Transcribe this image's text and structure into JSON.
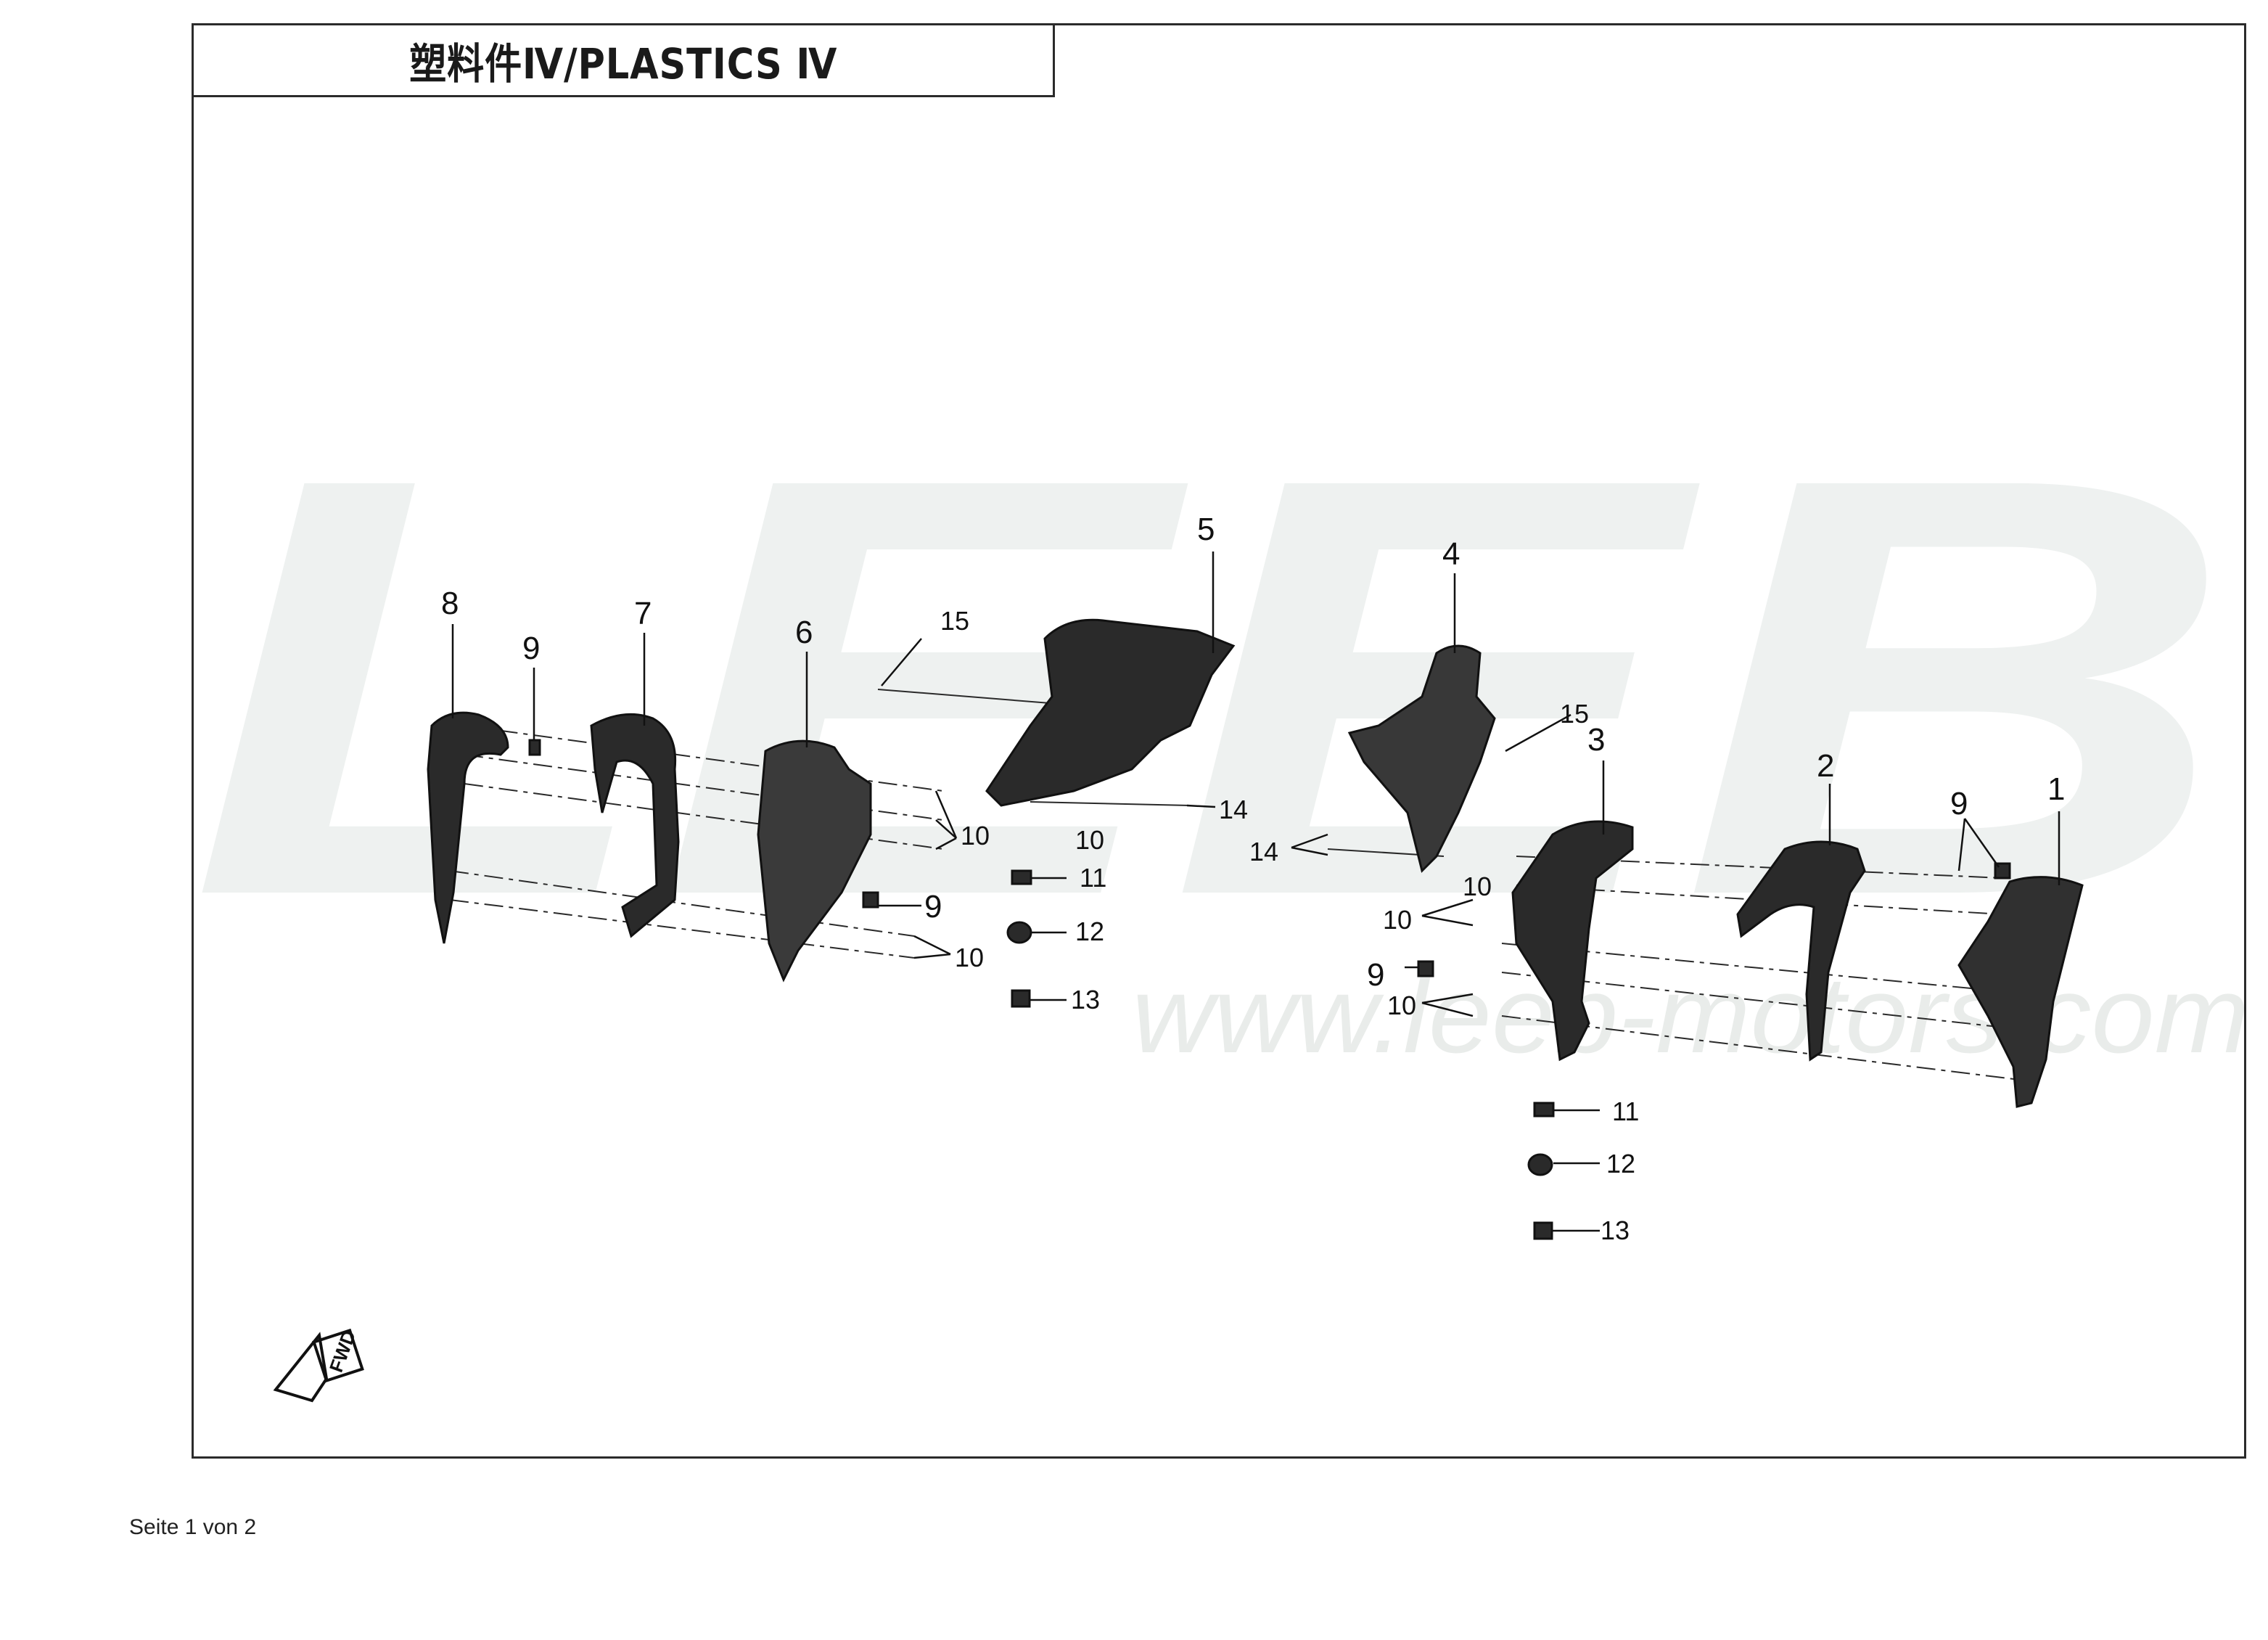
{
  "title": "塑料件Ⅳ/PLASTICS Ⅳ",
  "watermark": {
    "brand": "LEEB",
    "url": "www.leeb-motors.com"
  },
  "direction_marker": "FWD",
  "footer": {
    "page": "Seite 1 von 2"
  },
  "callouts": {
    "c1": "1",
    "c2": "2",
    "c3": "3",
    "c4": "4",
    "c5": "5",
    "c6": "6",
    "c7": "7",
    "c8": "8",
    "c9a": "9",
    "c9b": "9",
    "c9c": "9",
    "c9d": "9",
    "c10a": "10",
    "c10b": "10",
    "c10c": "10",
    "c10d": "10",
    "c10e": "10",
    "c10f": "10",
    "c11a": "11",
    "c11b": "11",
    "c12a": "12",
    "c12b": "12",
    "c13a": "13",
    "c13b": "13",
    "c14a": "14",
    "c14b": "14",
    "c15a": "15",
    "c15b": "15"
  },
  "colors": {
    "line": "#1a1a1a",
    "watermark": "#eef1f0",
    "part_fill": "#2a2a2a"
  }
}
